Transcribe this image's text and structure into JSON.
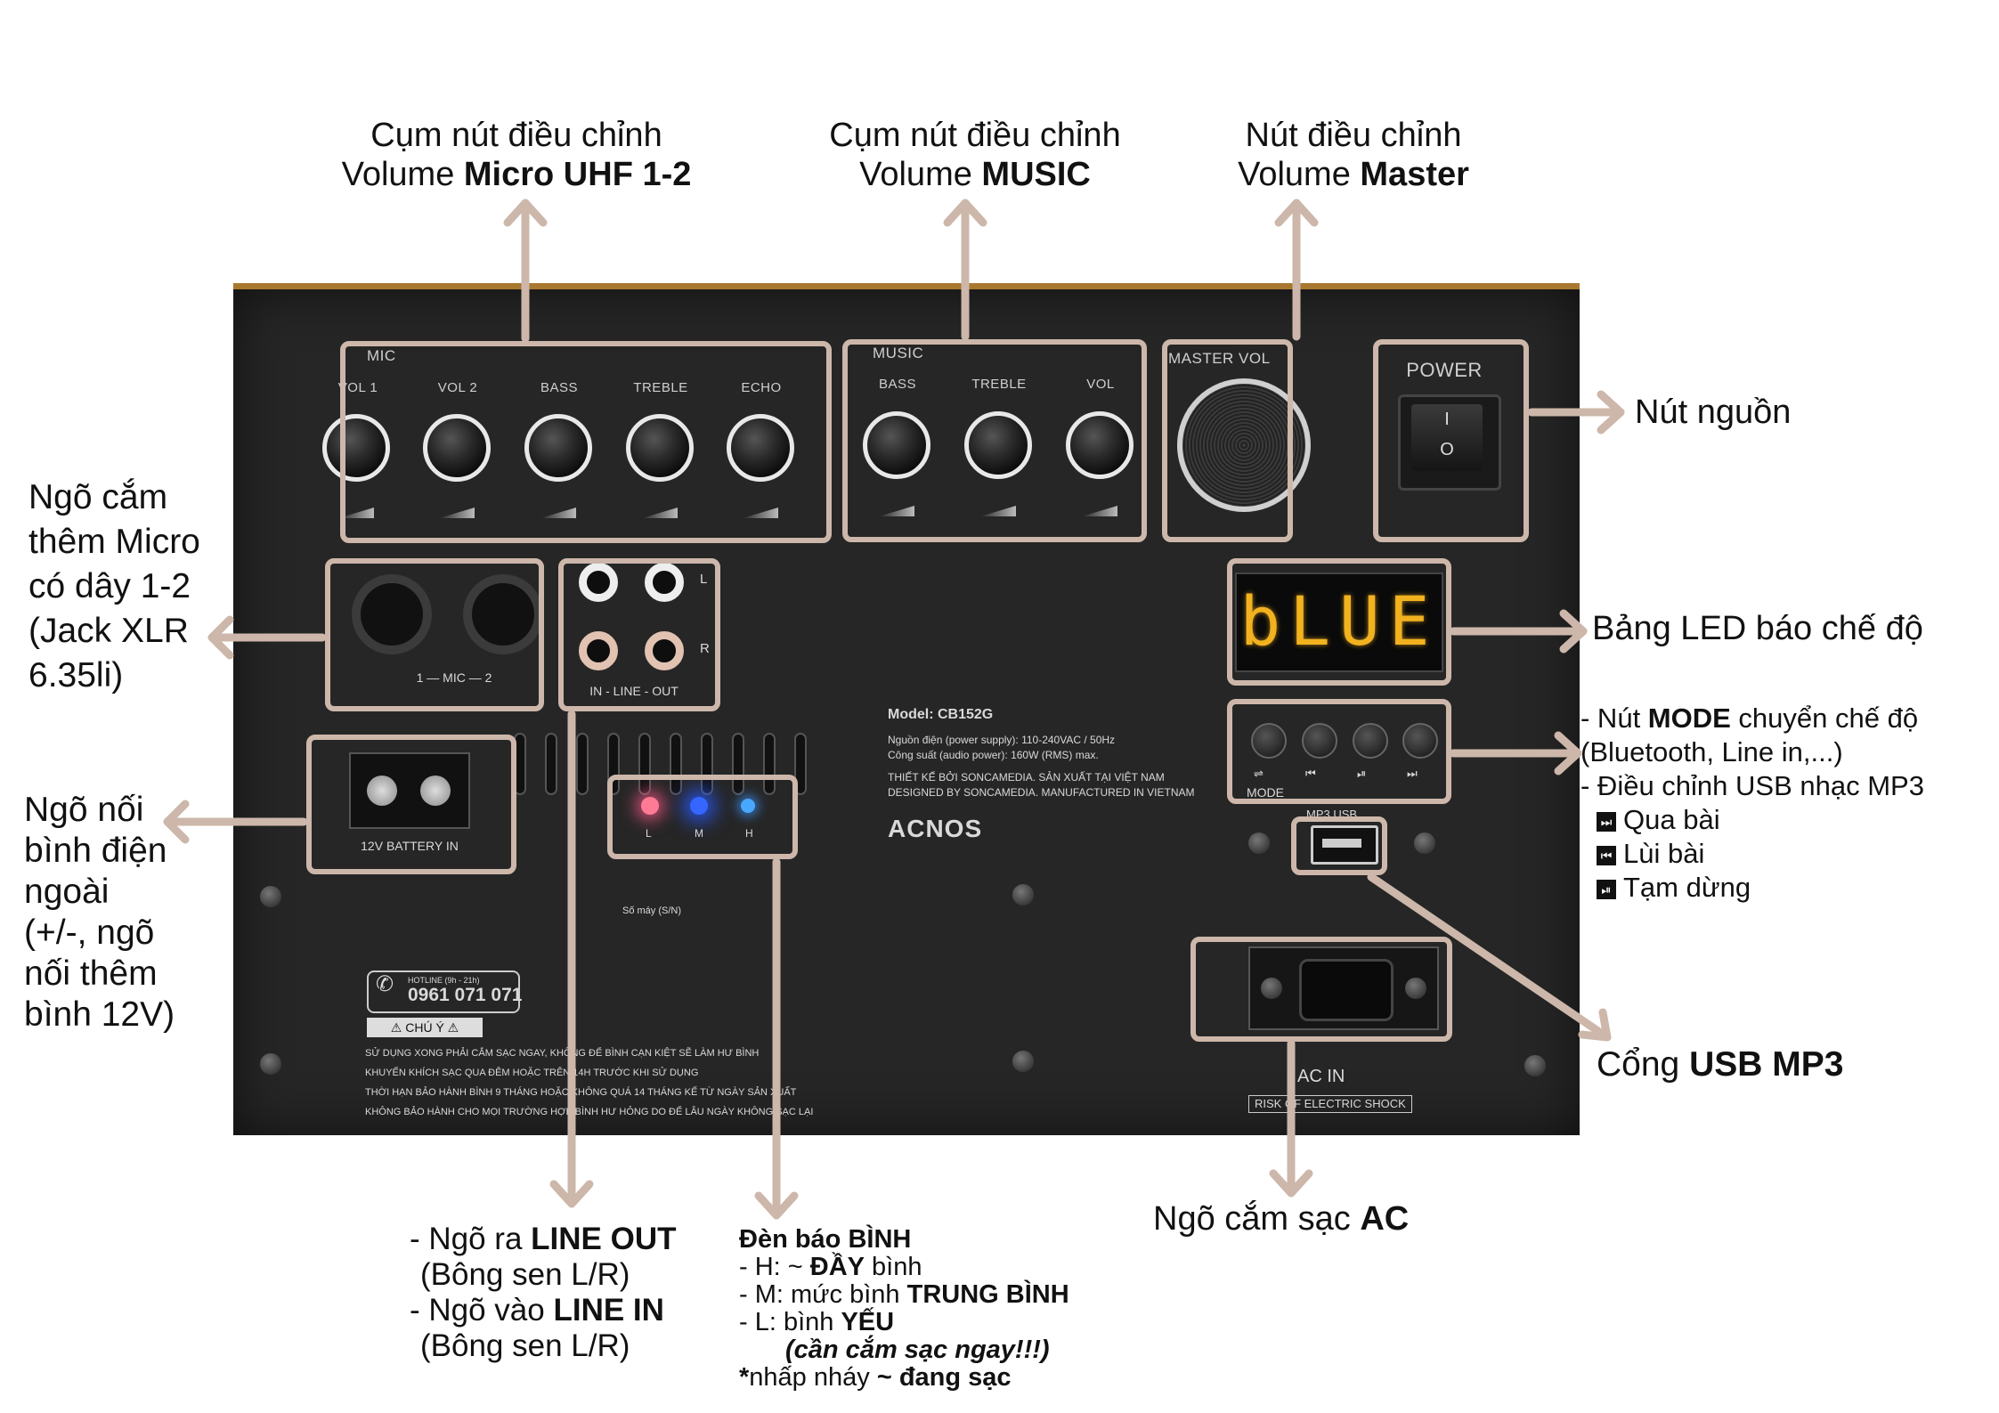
{
  "annotations": {
    "mic_group": {
      "line1": "Cụm nút điều chỉnh",
      "line2_prefix": "Volume ",
      "line2_bold": "Micro UHF 1-2"
    },
    "music_group": {
      "line1": "Cụm nút điều chỉnh",
      "line2_prefix": "Volume ",
      "line2_bold": "MUSIC"
    },
    "master": {
      "line1": "Nút điều chỉnh",
      "line2_prefix": "Volume ",
      "line2_bold": "Master"
    },
    "power": "Nút nguồn",
    "mic_jack": [
      "Ngõ cắm",
      "thêm Micro",
      "có dây 1-2",
      "(Jack XLR",
      "6.35li)"
    ],
    "battery": [
      "Ngõ nối",
      "bình điện",
      "ngoài",
      "(+/-, ngõ",
      "nối thêm",
      "bình 12V)"
    ],
    "led_panel": "Bảng LED báo chế độ",
    "mode": {
      "line1_prefix": "- Nút ",
      "line1_bold": "MODE",
      "line1_suffix": " chuyển chế độ",
      "line2": "(Bluetooth, Line in,...)",
      "line3": "- Điều chỉnh USB nhạc MP3",
      "next": "Qua bài",
      "prev": "Lùi bài",
      "pause": "Tạm dừng"
    },
    "usb": {
      "prefix": "Cổng ",
      "bold": "USB MP3"
    },
    "ac": {
      "prefix": "Ngõ cắm sạc ",
      "bold": "AC"
    },
    "line_io": {
      "l1_prefix": "- Ngõ ra ",
      "l1_bold": "LINE OUT",
      "l2": "(Bông sen L/R)",
      "l3_prefix": "- Ngõ vào ",
      "l3_bold": "LINE IN",
      "l4": "(Bông sen L/R)"
    },
    "battery_led": {
      "title": "Đèn báo BÌNH",
      "h_prefix": "- H: ~ ",
      "h_bold": "ĐẦY",
      "h_suffix": " bình",
      "m_prefix": "- M: mức bình ",
      "m_bold": "TRUNG BÌNH",
      "l_prefix": "- L: bình ",
      "l_bold": "YẾU",
      "warn": "(cần cắm sạc ngay!!!)",
      "blink_bold1": "*",
      "blink_text": "nhấp nháy",
      "blink_bold2": " ~ đang sạc"
    }
  },
  "panel": {
    "mic_section": "MIC",
    "mic_knobs": [
      "VOL 1",
      "VOL 2",
      "BASS",
      "TREBLE",
      "ECHO"
    ],
    "music_section": "MUSIC",
    "music_knobs": [
      "BASS",
      "TREBLE",
      "VOL"
    ],
    "master_label": "MASTER VOL",
    "power_label": "POWER",
    "power_switch_on": "I",
    "power_switch_off": "O",
    "led_display": "bLUE",
    "mic_jack_label": "1 — MIC — 2",
    "rca_l": "L",
    "rca_r": "R",
    "line_out_label": "IN - LINE - OUT",
    "battery_label": "12V BATTERY IN",
    "battery_led_labels": [
      "L",
      "M",
      "H"
    ],
    "battery_led_colors": [
      "#ff6b8a",
      "#2f6bff",
      "#3aa0ff"
    ],
    "mode_label": "MODE",
    "usb_label": "MP3 USB",
    "ac_label": "AC IN",
    "shock_label": "RISK OF ELECTRIC SHOCK",
    "model": "Model: CB152G",
    "power_supply": "Nguồn điện (power supply): 110-240VAC / 50Hz",
    "audio_power": "Công suất (audio power): 160W (RMS) max.",
    "designed_vn": "THIẾT KẾ BỞI SONCAMEDIA. SẢN XUẤT TẠI VIỆT NAM",
    "designed_en": "DESIGNED BY SONCAMEDIA. MANUFACTURED IN VIETNAM",
    "brand": "ACNOS",
    "serial": "Số máy (S/N)",
    "hotline_label": "HOTLINE (9h - 21h)",
    "hotline": "0961 071 071",
    "caution": "CHÚ Ý",
    "warnings": [
      "SỬ DỤNG XONG PHẢI CẮM SẠC NGAY, KHÔNG ĐỂ BÌNH CẠN KIỆT SẼ LÀM HƯ BÌNH",
      "KHUYẾN KHÍCH SẠC QUA ĐÊM HOẶC TRÊN 14H TRƯỚC KHI SỬ DỤNG",
      "THỜI HẠN BẢO HÀNH BÌNH 9 THÁNG HOẶC KHÔNG QUÁ 14 THÁNG KẾ TỪ NGÀY SẢN XUẤT",
      "KHÔNG BẢO HÀNH CHO MỌI TRƯỜNG HỢP BÌNH HƯ HỎNG DO ĐỂ LÂU NGÀY KHÔNG SẠC LẠI"
    ]
  },
  "colors": {
    "arrow": "#cdb7aa",
    "led_text": "#f2b21f",
    "panel": "#262626"
  }
}
